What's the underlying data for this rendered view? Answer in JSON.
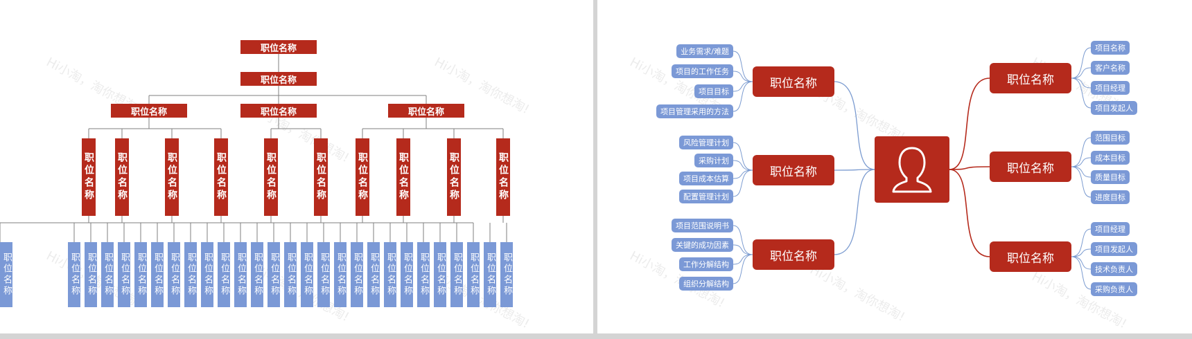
{
  "colors": {
    "red": "#b52a1c",
    "blue": "#7b99d6",
    "line_gray": "#7f7f7f",
    "blue_line": "#7b9bd0"
  },
  "watermark": "Hi小淘，淘你想淘!",
  "left": {
    "top_box": "职位名称",
    "second_box": "职位名称",
    "groups": [
      {
        "label": "职位名称",
        "subs": [
          "职位名称",
          "职位名称",
          "职位名称",
          "职位名称"
        ]
      },
      {
        "label": "职位名称",
        "subs": [
          "职位名称",
          "职位名称"
        ]
      },
      {
        "label": "职位名称",
        "subs": [
          "职位名称",
          "职位名称",
          "职位名称",
          "职位名称"
        ]
      }
    ],
    "leaf_text": "职位名称",
    "leaves_per_sub": [
      2,
      4,
      4,
      2,
      4,
      4,
      4,
      4,
      4,
      2
    ]
  },
  "right": {
    "center_icon": "person-icon",
    "branches": [
      {
        "label": "职位名称",
        "side": "left",
        "leaves": [
          "业务需求/难题",
          "项目的工作任务",
          "项目目标",
          "项目管理采用的方法"
        ]
      },
      {
        "label": "职位名称",
        "side": "left",
        "leaves": [
          "风险管理计划",
          "采购计划",
          "项目成本估算",
          "配置管理计划"
        ]
      },
      {
        "label": "职位名称",
        "side": "left",
        "leaves": [
          "项目范围说明书",
          "关键的成功因素",
          "工作分解结构",
          "组织分解结构"
        ]
      },
      {
        "label": "职位名称",
        "side": "right",
        "leaves": [
          "项目名称",
          "客户名称",
          "项目经理",
          "项目发起人"
        ]
      },
      {
        "label": "职位名称",
        "side": "right",
        "leaves": [
          "范围目标",
          "成本目标",
          "质量目标",
          "进度目标"
        ]
      },
      {
        "label": "职位名称",
        "side": "right",
        "leaves": [
          "项目经理",
          "项目发起人",
          "技术负责人",
          "采购负责人"
        ]
      }
    ]
  }
}
